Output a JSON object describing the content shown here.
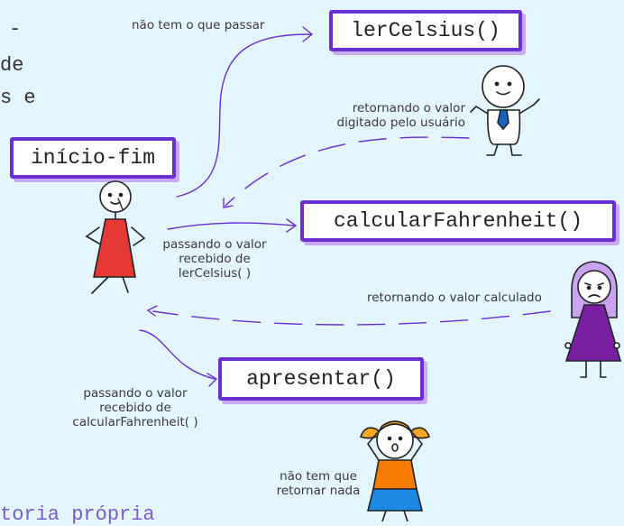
{
  "fragments": {
    "line1": "-",
    "line2": "de",
    "line3": "s e",
    "bottom": "toria própria"
  },
  "boxes": {
    "inicio_fim": "início-fim",
    "ler_celsius": "lerCelsius()",
    "calcular_fahrenheit": "calcularFahrenheit()",
    "apresentar": "apresentar()"
  },
  "labels": {
    "nao_tem_passar": "não tem o que passar",
    "retornando_digitado_1": "retornando o valor",
    "retornando_digitado_2": "digitado pelo usuário",
    "passando_celsius_1": "passando o valor",
    "passando_celsius_2": "recebido de",
    "passando_celsius_3": "lerCelsius( )",
    "retornando_calculado": "retornando o valor calculado",
    "passando_fahrenheit_1": "passando o valor",
    "passando_fahrenheit_2": "recebido de",
    "passando_fahrenheit_3": "calcularFahrenheit( )",
    "nao_retornar_1": "não tem que",
    "nao_retornar_2": "retornar nada"
  },
  "colors": {
    "background": "#e3f5fd",
    "accent": "#6a2fd0",
    "box_shadow": "#c9a9f2",
    "red_dress": "#e53935",
    "purple_dress": "#7b1fa2",
    "orange_shirt": "#f57c00",
    "blue_skirt": "#1e88e5",
    "yellow_hair": "#f9a825",
    "tie_blue": "#1565c0"
  }
}
